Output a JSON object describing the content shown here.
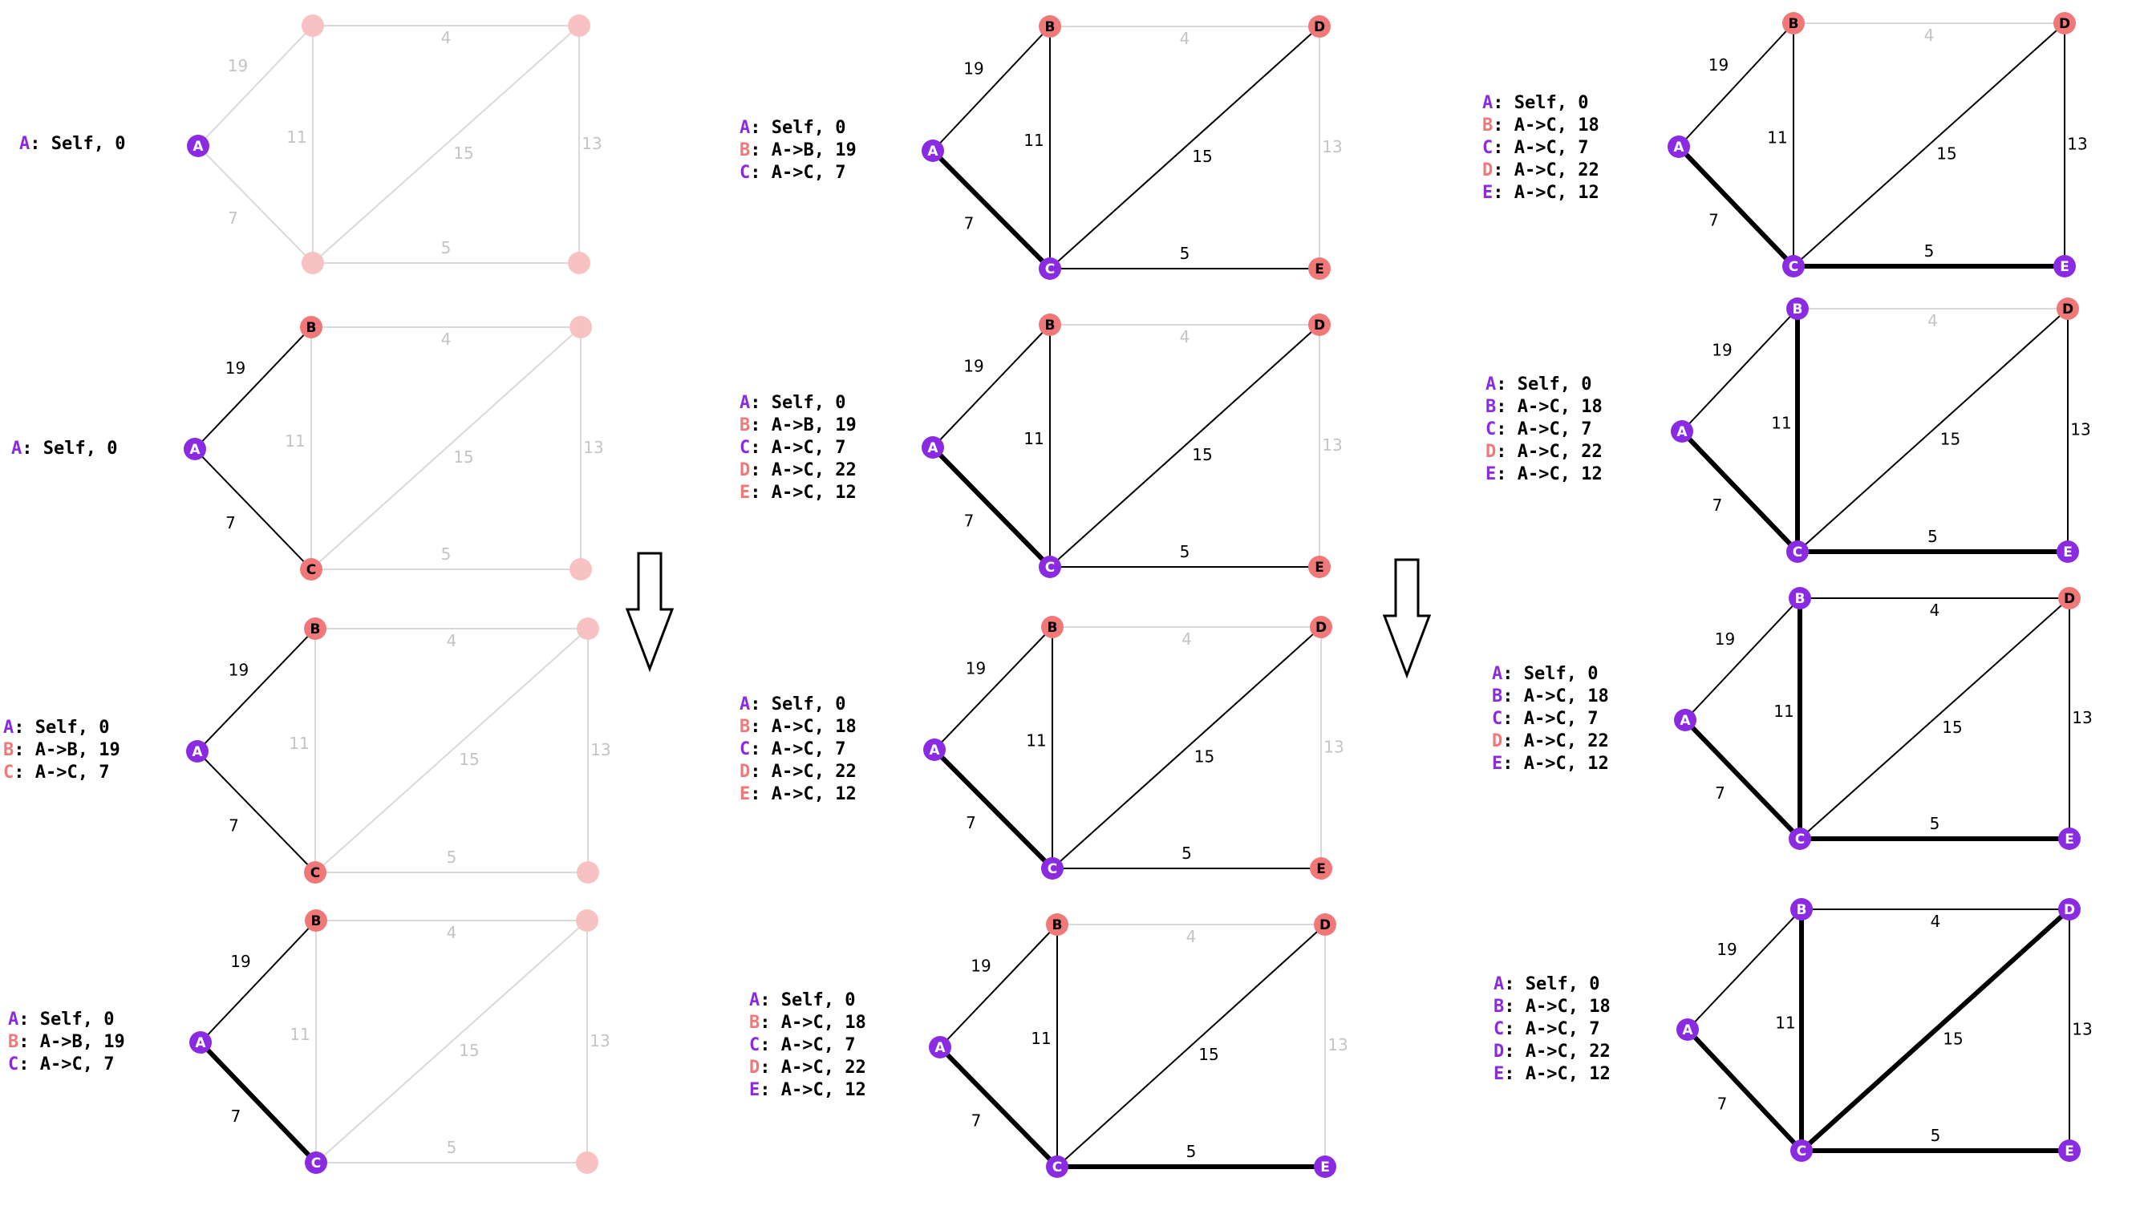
{
  "colors": {
    "visited": "#8a2be2",
    "frontier": "#f07878",
    "faded_node": "#f8c2c2",
    "edge_dim": "#d9d9d9",
    "edge_text_dim": "#c4c4c4",
    "edge_normal": "#000000",
    "edge_tree": "#000000"
  },
  "graph": {
    "nodes": [
      "A",
      "B",
      "C",
      "D",
      "E"
    ],
    "edges": [
      {
        "id": "AB",
        "u": "A",
        "v": "B",
        "w": "19"
      },
      {
        "id": "AC",
        "u": "A",
        "v": "C",
        "w": "7"
      },
      {
        "id": "BC",
        "u": "B",
        "v": "C",
        "w": "11"
      },
      {
        "id": "BD",
        "u": "B",
        "v": "D",
        "w": "4"
      },
      {
        "id": "CD",
        "u": "C",
        "v": "D",
        "w": "15"
      },
      {
        "id": "CE",
        "u": "C",
        "v": "E",
        "w": "5"
      },
      {
        "id": "DE",
        "u": "D",
        "v": "E",
        "w": "13"
      }
    ]
  },
  "arrows": [
    {
      "name": "step-arrow-left",
      "direction": "down"
    },
    {
      "name": "step-arrow-right",
      "direction": "down"
    }
  ],
  "panels": [
    {
      "nodes": {
        "A": "visited",
        "B": "faded",
        "C": "faded",
        "D": "faded",
        "E": "faded"
      },
      "edges": {
        "AB": "dim",
        "AC": "dim",
        "BC": "dim",
        "BD": "dim",
        "CD": "dim",
        "CE": "dim",
        "DE": "dim"
      },
      "table": [
        {
          "node": "A",
          "state": "visited",
          "text": ": Self, 0"
        }
      ]
    },
    {
      "nodes": {
        "A": "visited",
        "B": "frontier",
        "C": "frontier",
        "D": "faded",
        "E": "faded"
      },
      "edges": {
        "AB": "normal",
        "AC": "normal",
        "BC": "dim",
        "BD": "dim",
        "CD": "dim",
        "CE": "dim",
        "DE": "dim"
      },
      "table": [
        {
          "node": "A",
          "state": "visited",
          "text": ": Self, 0"
        }
      ]
    },
    {
      "nodes": {
        "A": "visited",
        "B": "frontier",
        "C": "frontier",
        "D": "faded",
        "E": "faded"
      },
      "edges": {
        "AB": "normal",
        "AC": "normal",
        "BC": "dim",
        "BD": "dim",
        "CD": "dim",
        "CE": "dim",
        "DE": "dim"
      },
      "table": [
        {
          "node": "A",
          "state": "visited",
          "text": ": Self, 0"
        },
        {
          "node": "B",
          "state": "frontier",
          "text": ": A->B, 19"
        },
        {
          "node": "C",
          "state": "frontier",
          "text": ": A->C, 7"
        }
      ]
    },
    {
      "nodes": {
        "A": "visited",
        "B": "frontier",
        "C": "visited",
        "D": "faded",
        "E": "faded"
      },
      "edges": {
        "AB": "normal",
        "AC": "tree",
        "BC": "dim",
        "BD": "dim",
        "CD": "dim",
        "CE": "dim",
        "DE": "dim"
      },
      "table": [
        {
          "node": "A",
          "state": "visited",
          "text": ": Self, 0"
        },
        {
          "node": "B",
          "state": "frontier",
          "text": ": A->B, 19"
        },
        {
          "node": "C",
          "state": "visited",
          "text": ": A->C, 7"
        }
      ]
    },
    {
      "nodes": {
        "A": "visited",
        "B": "frontier",
        "C": "visited",
        "D": "frontier",
        "E": "frontier"
      },
      "edges": {
        "AB": "normal",
        "AC": "tree",
        "BC": "normal",
        "BD": "dim",
        "CD": "normal",
        "CE": "normal",
        "DE": "dim"
      },
      "table": [
        {
          "node": "A",
          "state": "visited",
          "text": ": Self, 0"
        },
        {
          "node": "B",
          "state": "frontier",
          "text": ": A->B, 19"
        },
        {
          "node": "C",
          "state": "visited",
          "text": ": A->C, 7"
        }
      ]
    },
    {
      "nodes": {
        "A": "visited",
        "B": "frontier",
        "C": "visited",
        "D": "frontier",
        "E": "frontier"
      },
      "edges": {
        "AB": "normal",
        "AC": "tree",
        "BC": "normal",
        "BD": "dim",
        "CD": "normal",
        "CE": "normal",
        "DE": "dim"
      },
      "table": [
        {
          "node": "A",
          "state": "visited",
          "text": ": Self, 0"
        },
        {
          "node": "B",
          "state": "frontier",
          "text": ": A->B, 19"
        },
        {
          "node": "C",
          "state": "visited",
          "text": ": A->C, 7"
        },
        {
          "node": "D",
          "state": "frontier",
          "text": ": A->C, 22"
        },
        {
          "node": "E",
          "state": "frontier",
          "text": ": A->C, 12"
        }
      ]
    },
    {
      "nodes": {
        "A": "visited",
        "B": "frontier",
        "C": "visited",
        "D": "frontier",
        "E": "frontier"
      },
      "edges": {
        "AB": "normal",
        "AC": "tree",
        "BC": "normal",
        "BD": "dim",
        "CD": "normal",
        "CE": "normal",
        "DE": "dim"
      },
      "table": [
        {
          "node": "A",
          "state": "visited",
          "text": ": Self, 0"
        },
        {
          "node": "B",
          "state": "frontier",
          "text": ": A->C, 18"
        },
        {
          "node": "C",
          "state": "visited",
          "text": ": A->C, 7"
        },
        {
          "node": "D",
          "state": "frontier",
          "text": ": A->C, 22"
        },
        {
          "node": "E",
          "state": "frontier",
          "text": ": A->C, 12"
        }
      ]
    },
    {
      "nodes": {
        "A": "visited",
        "B": "frontier",
        "C": "visited",
        "D": "frontier",
        "E": "visited"
      },
      "edges": {
        "AB": "normal",
        "AC": "tree",
        "BC": "normal",
        "BD": "dim",
        "CD": "normal",
        "CE": "tree",
        "DE": "dim"
      },
      "table": [
        {
          "node": "A",
          "state": "visited",
          "text": ": Self, 0"
        },
        {
          "node": "B",
          "state": "frontier",
          "text": ": A->C, 18"
        },
        {
          "node": "C",
          "state": "visited",
          "text": ": A->C, 7"
        },
        {
          "node": "D",
          "state": "frontier",
          "text": ": A->C, 22"
        },
        {
          "node": "E",
          "state": "visited",
          "text": ": A->C, 12"
        }
      ]
    },
    {
      "nodes": {
        "A": "visited",
        "B": "frontier",
        "C": "visited",
        "D": "frontier",
        "E": "visited"
      },
      "edges": {
        "AB": "normal",
        "AC": "tree",
        "BC": "normal",
        "BD": "dim",
        "CD": "normal",
        "CE": "tree",
        "DE": "normal"
      },
      "table": [
        {
          "node": "A",
          "state": "visited",
          "text": ": Self, 0"
        },
        {
          "node": "B",
          "state": "frontier",
          "text": ": A->C, 18"
        },
        {
          "node": "C",
          "state": "visited",
          "text": ": A->C, 7"
        },
        {
          "node": "D",
          "state": "frontier",
          "text": ": A->C, 22"
        },
        {
          "node": "E",
          "state": "visited",
          "text": ": A->C, 12"
        }
      ]
    },
    {
      "nodes": {
        "A": "visited",
        "B": "visited",
        "C": "visited",
        "D": "frontier",
        "E": "visited"
      },
      "edges": {
        "AB": "normal",
        "AC": "tree",
        "BC": "tree",
        "BD": "dim",
        "CD": "normal",
        "CE": "tree",
        "DE": "normal"
      },
      "table": [
        {
          "node": "A",
          "state": "visited",
          "text": ": Self, 0"
        },
        {
          "node": "B",
          "state": "visited",
          "text": ": A->C, 18"
        },
        {
          "node": "C",
          "state": "visited",
          "text": ": A->C, 7"
        },
        {
          "node": "D",
          "state": "frontier",
          "text": ": A->C, 22"
        },
        {
          "node": "E",
          "state": "visited",
          "text": ": A->C, 12"
        }
      ]
    },
    {
      "nodes": {
        "A": "visited",
        "B": "visited",
        "C": "visited",
        "D": "frontier",
        "E": "visited"
      },
      "edges": {
        "AB": "normal",
        "AC": "tree",
        "BC": "tree",
        "BD": "normal",
        "CD": "normal",
        "CE": "tree",
        "DE": "normal"
      },
      "table": [
        {
          "node": "A",
          "state": "visited",
          "text": ": Self, 0"
        },
        {
          "node": "B",
          "state": "visited",
          "text": ": A->C, 18"
        },
        {
          "node": "C",
          "state": "visited",
          "text": ": A->C, 7"
        },
        {
          "node": "D",
          "state": "frontier",
          "text": ": A->C, 22"
        },
        {
          "node": "E",
          "state": "visited",
          "text": ": A->C, 12"
        }
      ]
    },
    {
      "nodes": {
        "A": "visited",
        "B": "visited",
        "C": "visited",
        "D": "visited",
        "E": "visited"
      },
      "edges": {
        "AB": "normal",
        "AC": "tree",
        "BC": "tree",
        "BD": "normal",
        "CD": "tree",
        "CE": "tree",
        "DE": "normal"
      },
      "table": [
        {
          "node": "A",
          "state": "visited",
          "text": ": Self, 0"
        },
        {
          "node": "B",
          "state": "visited",
          "text": ": A->C, 18"
        },
        {
          "node": "C",
          "state": "visited",
          "text": ": A->C, 7"
        },
        {
          "node": "D",
          "state": "visited",
          "text": ": A->C, 22"
        },
        {
          "node": "E",
          "state": "visited",
          "text": ": A->C, 12"
        }
      ]
    }
  ]
}
